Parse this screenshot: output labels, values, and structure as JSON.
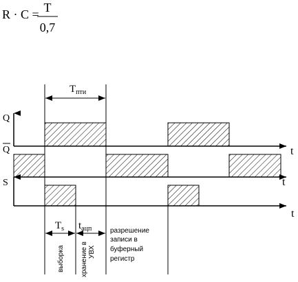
{
  "formula": {
    "lhs": "R · C =",
    "numerator": "T",
    "denominator": "0,7"
  },
  "signals": {
    "q": "Q",
    "q_bar": "Q",
    "s": "S",
    "time_axis": "t"
  },
  "intervals": {
    "period": {
      "main": "T",
      "sub": "пти"
    },
    "sample": {
      "main": "T",
      "sub": "s"
    },
    "adc": {
      "main": "t",
      "sub": "ацп"
    }
  },
  "phases": {
    "sampling": "выборка",
    "hold": [
      "хранение в",
      "УВХ"
    ],
    "write_enable": [
      "разрешение",
      "записи в",
      "буферный",
      "регистр"
    ]
  }
}
